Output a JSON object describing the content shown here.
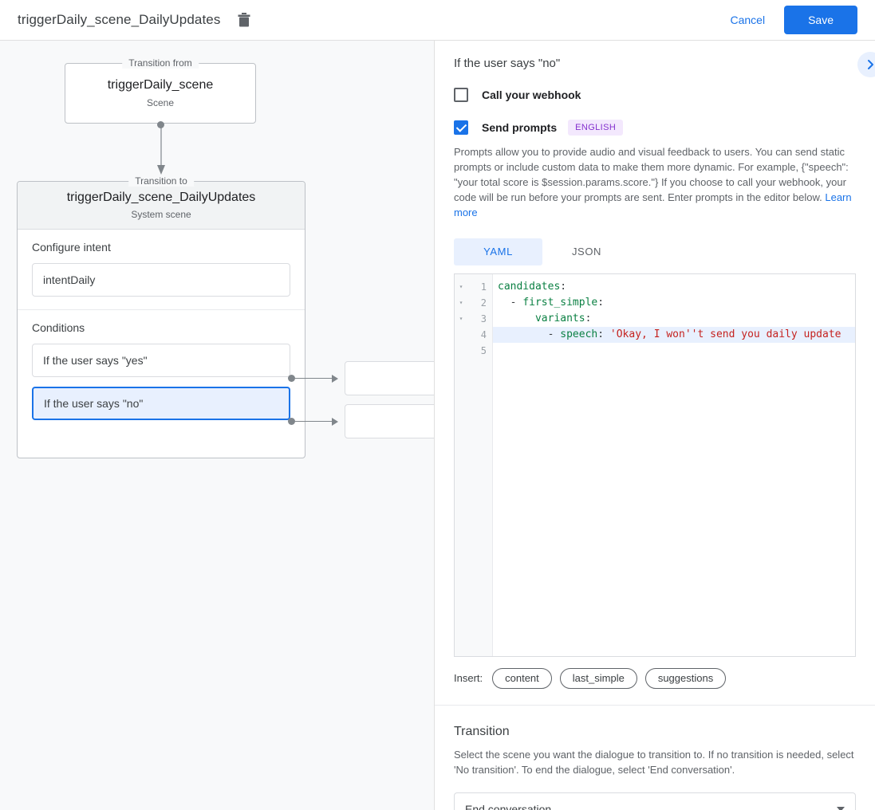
{
  "topbar": {
    "title": "triggerDaily_scene_DailyUpdates",
    "delete_icon": "trash-icon",
    "cancel_label": "Cancel",
    "save_label": "Save",
    "save_bg": "#1a73e8",
    "link_color": "#1a73e8"
  },
  "canvas": {
    "from": {
      "legend": "Transition from",
      "title": "triggerDaily_scene",
      "subtitle": "Scene"
    },
    "to": {
      "legend": "Transition to",
      "title": "triggerDaily_scene_DailyUpdates",
      "subtitle": "System scene"
    },
    "intent": {
      "label": "Configure intent",
      "value": "intentDaily"
    },
    "conditions": {
      "label": "Conditions",
      "items": [
        {
          "label": "If the user says \"yes\"",
          "selected": false
        },
        {
          "label": "If the user says \"no\"",
          "selected": true
        }
      ]
    }
  },
  "panel": {
    "title": "If the user says \"no\"",
    "expand_icon": "chevron-right-icon",
    "webhook": {
      "label": "Call your webhook",
      "checked": false
    },
    "prompts": {
      "label": "Send prompts",
      "checked": true,
      "badge": "ENGLISH",
      "badge_color": "#8430ce",
      "badge_bg": "#f3e8fd",
      "help": "Prompts allow you to provide audio and visual feedback to users. You can send static prompts or include custom data to make them more dynamic. For example, {\"speech\": \"your total score is $session.params.score.\"} If you choose to call your webhook, your code will be run before your prompts are sent. Enter prompts in the editor below. ",
      "help_link": "Learn more"
    },
    "tabs": [
      {
        "label": "YAML",
        "active": true
      },
      {
        "label": "JSON",
        "active": false
      }
    ],
    "editor": {
      "lines": [
        {
          "n": "1",
          "fold": true,
          "highlight": false,
          "segments": [
            {
              "t": "candidates",
              "c": "k"
            },
            {
              "t": ":",
              "c": "p"
            }
          ]
        },
        {
          "n": "2",
          "fold": true,
          "highlight": false,
          "segments": [
            {
              "t": "  - ",
              "c": "p"
            },
            {
              "t": "first_simple",
              "c": "k"
            },
            {
              "t": ":",
              "c": "p"
            }
          ]
        },
        {
          "n": "3",
          "fold": true,
          "highlight": false,
          "segments": [
            {
              "t": "      ",
              "c": "p"
            },
            {
              "t": "variants",
              "c": "k"
            },
            {
              "t": ":",
              "c": "p"
            }
          ]
        },
        {
          "n": "4",
          "fold": false,
          "highlight": true,
          "segments": [
            {
              "t": "        - ",
              "c": "p"
            },
            {
              "t": "speech",
              "c": "k"
            },
            {
              "t": ": ",
              "c": "p"
            },
            {
              "t": "'Okay, I won''t send you daily update",
              "c": "s"
            }
          ]
        },
        {
          "n": "5",
          "fold": false,
          "highlight": false,
          "segments": [
            {
              "t": "",
              "c": "p"
            }
          ]
        }
      ],
      "fold_glyph": "▾"
    },
    "insert": {
      "label": "Insert:",
      "chips": [
        "content",
        "last_simple",
        "suggestions"
      ]
    },
    "transition": {
      "title": "Transition",
      "description": "Select the scene you want the dialogue to transition to. If no transition is needed, select 'No transition'. To end the dialogue, select 'End conversation'.",
      "selected": "End conversation",
      "caret_icon": "caret-down-icon"
    }
  }
}
